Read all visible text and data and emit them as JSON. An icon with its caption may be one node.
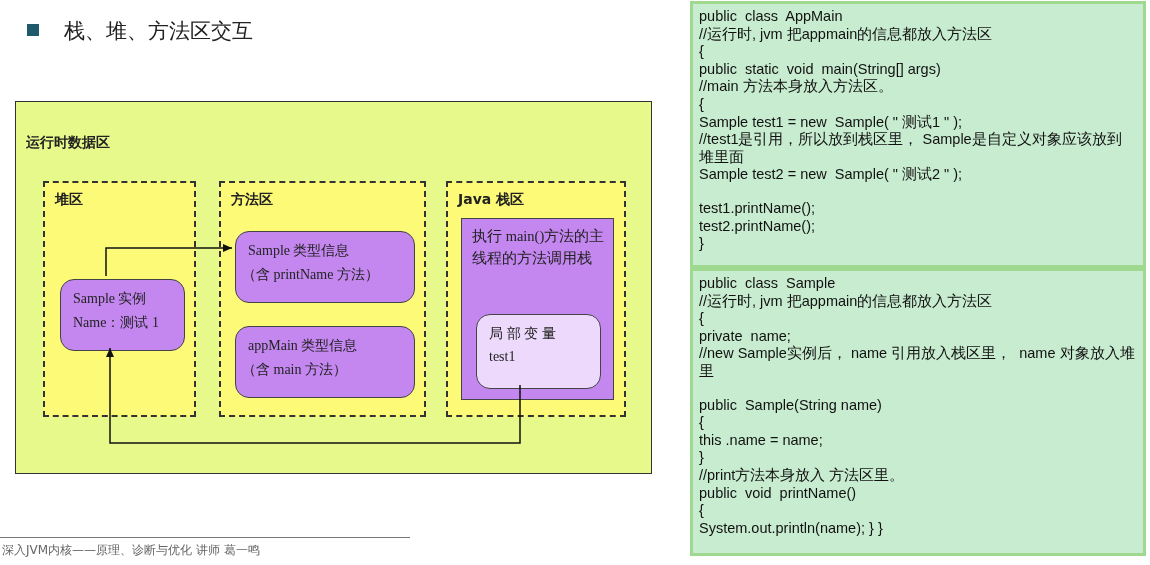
{
  "diagram": {
    "title": "栈、堆、方法区交互",
    "nodes": [
      {
        "text": [
          "运行时数据区"
        ]
      },
      {
        "text": [
          "堆区"
        ],
        "in": 0
      },
      {
        "text": [
          "方法区"
        ],
        "in": 0
      },
      {
        "text": [
          "Java 栈区"
        ],
        "in": 0
      },
      {
        "text": [
          "Sample 实例",
          "Name：测试 1"
        ],
        "in": 1
      },
      {
        "text": [
          "Sample 类型信息",
          "（含 printName 方法）"
        ],
        "in": 2
      },
      {
        "text": [
          "appMain 类型信息",
          "（含 main 方法）"
        ],
        "in": 2
      },
      {
        "text": [
          "执行 main()方法的主线程的方法调用栈"
        ],
        "in": 3
      },
      {
        "text": [
          "局 部 变 量",
          "test1"
        ],
        "in": 7
      },
      {
        "text": [
          "public  class  AppMain",
          "//运行时, jvm 把appmain的信息都放入方法区",
          "{",
          "public  static  void  main(String[] args)",
          "//main 方法本身放入方法区。",
          "{",
          "Sample test1 = new  Sample( \" 测试1 \" );",
          "//test1是引用，所以放到栈区里， Sample是自定义对象应该放到堆里面",
          "Sample test2 = new  Sample( \" 测试2 \" );",
          "test1.printName();",
          "test2.printName();",
          "}"
        ]
      },
      {
        "text": [
          "public  class  Sample",
          "//运行时, jvm 把appmain的信息都放入方法区",
          "{",
          "private  name;",
          "//new Sample实例后， name 引用放入栈区里，  name 对象放入堆里",
          "public  Sample(String name)",
          "{",
          "this .name = name;",
          "}",
          "//print方法本身放入 方法区里。",
          "public  void  printName()",
          "{",
          "System.out.println(name); } }"
        ]
      }
    ],
    "edges": [
      {
        "from": 4,
        "to": 5,
        "arrow": "to"
      },
      {
        "from": 8,
        "to": 4,
        "arrow": "to"
      }
    ],
    "labels": [
      "深入JVM内核——原理、诊断与优化    讲师  葛一鸣"
    ]
  }
}
